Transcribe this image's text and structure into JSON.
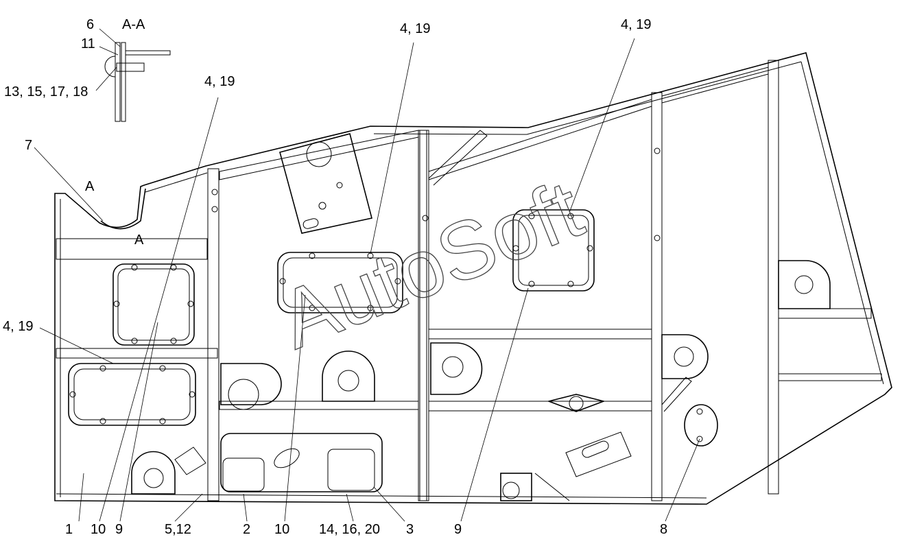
{
  "watermark": "AutoSoft",
  "section": {
    "title": "A-A",
    "mark_upper": "A",
    "mark_lower": "A"
  },
  "callouts": [
    {
      "id": "c-6",
      "text": "6"
    },
    {
      "id": "c-11",
      "text": "11"
    },
    {
      "id": "c-13",
      "text": "13, 15, 17, 18"
    },
    {
      "id": "c-7",
      "text": "7"
    },
    {
      "id": "c-4-19-a",
      "text": "4, 19"
    },
    {
      "id": "c-4-19-b",
      "text": "4, 19"
    },
    {
      "id": "c-4-19-c",
      "text": "4, 19"
    },
    {
      "id": "c-4-19-d",
      "text": "4, 19"
    },
    {
      "id": "c-1",
      "text": "1"
    },
    {
      "id": "c-10a",
      "text": "10"
    },
    {
      "id": "c-9a",
      "text": "9"
    },
    {
      "id": "c-5-12",
      "text": "5,12"
    },
    {
      "id": "c-2",
      "text": "2"
    },
    {
      "id": "c-10b",
      "text": "10"
    },
    {
      "id": "c-14",
      "text": "14, 16, 20"
    },
    {
      "id": "c-3",
      "text": "3"
    },
    {
      "id": "c-9b",
      "text": "9"
    },
    {
      "id": "c-8",
      "text": "8"
    }
  ]
}
